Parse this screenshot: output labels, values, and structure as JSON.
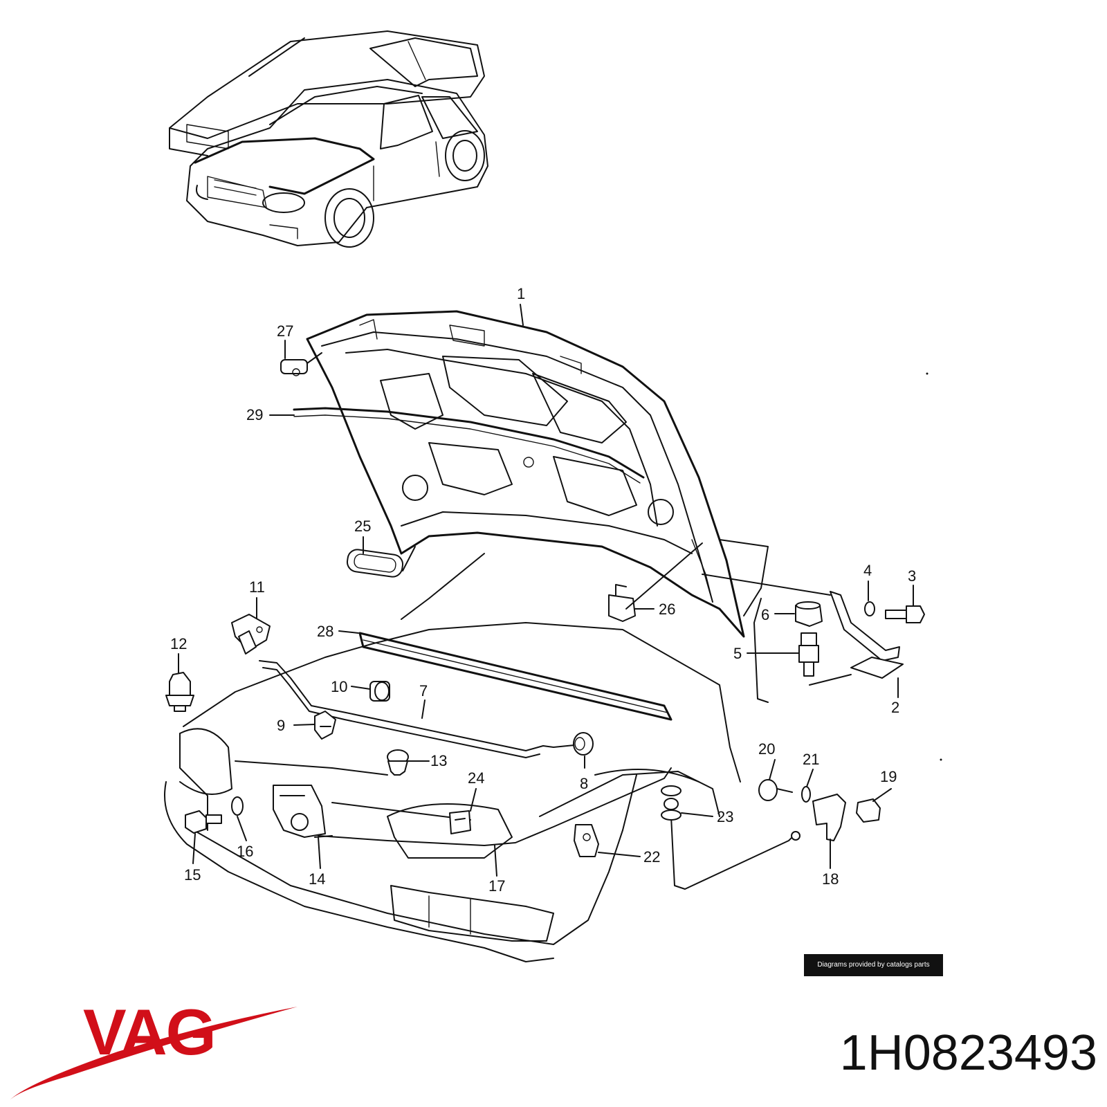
{
  "callouts": [
    "1",
    "2",
    "3",
    "4",
    "5",
    "6",
    "7",
    "8",
    "9",
    "10",
    "11",
    "12",
    "13",
    "14",
    "15",
    "16",
    "17",
    "18",
    "19",
    "20",
    "21",
    "22",
    "23",
    "24",
    "25",
    "26",
    "27",
    "28",
    "29"
  ],
  "credit": "Diagrams provided by catalogs parts",
  "brand": {
    "logo_text": "VAG",
    "logo_color": "#d10f19"
  },
  "part_number": "1H0823493"
}
